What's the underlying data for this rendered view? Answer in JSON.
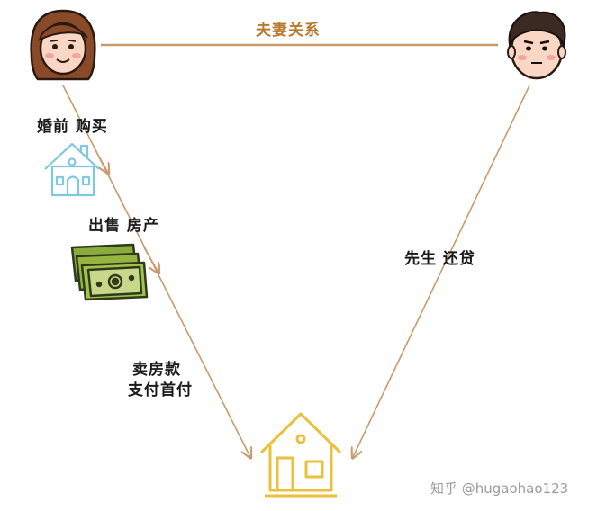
{
  "relation_label": "夫妻关系",
  "labels": {
    "premarital_purchase": "婚前  购买",
    "sell_property": "出售  房产",
    "payment_line1": "卖房款",
    "payment_line2": "支付首付",
    "husband_repays": "先生  还贷"
  },
  "watermark": "知乎 @hugaohao123",
  "colors": {
    "line": "#c99a6a",
    "relation_text": "#b87a2e",
    "house_blue": "#7ec9de",
    "house_gold": "#e9c13b",
    "money_green": "#9bb84a",
    "money_dark": "#2e3a1a",
    "skin": "#fad7c4",
    "hair_woman": "#8a4a2a",
    "hair_man": "#3a2a22"
  },
  "icons": [
    "woman-avatar-icon",
    "man-avatar-icon",
    "blue-house-icon",
    "money-stack-icon",
    "gold-house-icon"
  ]
}
